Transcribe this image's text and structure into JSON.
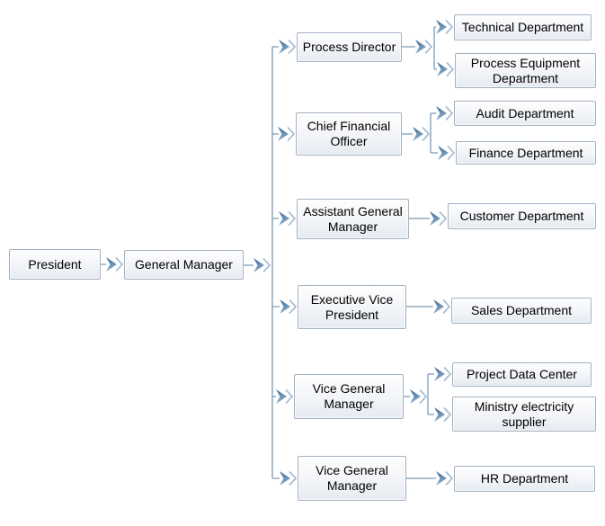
{
  "diagram_type": "organization-chart",
  "nodes": {
    "president": {
      "label": "President"
    },
    "general_manager": {
      "label": "General Manager"
    },
    "process_director": {
      "label": "Process Director"
    },
    "chief_financial_officer": {
      "label": "Chief Financial Officer"
    },
    "assistant_general_manager": {
      "label": "Assistant General Manager"
    },
    "executive_vice_president": {
      "label": "Executive Vice President"
    },
    "vice_general_manager_1": {
      "label": "Vice General Manager"
    },
    "vice_general_manager_2": {
      "label": "Vice General Manager"
    },
    "technical_department": {
      "label": "Technical Department"
    },
    "process_equipment_department": {
      "label": "Process Equipment Department"
    },
    "audit_department": {
      "label": "Audit Department"
    },
    "finance_department": {
      "label": "Finance Department"
    },
    "customer_department": {
      "label": "Customer Department"
    },
    "sales_department": {
      "label": "Sales Department"
    },
    "project_data_center": {
      "label": "Project Data Center"
    },
    "ministry_electricity_supplier": {
      "label": "Ministry electricity supplier"
    },
    "hr_department": {
      "label": "HR Department"
    }
  },
  "edges": [
    {
      "from": "president",
      "to": "general_manager"
    },
    {
      "from": "general_manager",
      "to": "process_director"
    },
    {
      "from": "general_manager",
      "to": "chief_financial_officer"
    },
    {
      "from": "general_manager",
      "to": "assistant_general_manager"
    },
    {
      "from": "general_manager",
      "to": "executive_vice_president"
    },
    {
      "from": "general_manager",
      "to": "vice_general_manager_1"
    },
    {
      "from": "general_manager",
      "to": "vice_general_manager_2"
    },
    {
      "from": "process_director",
      "to": "technical_department"
    },
    {
      "from": "process_director",
      "to": "process_equipment_department"
    },
    {
      "from": "chief_financial_officer",
      "to": "audit_department"
    },
    {
      "from": "chief_financial_officer",
      "to": "finance_department"
    },
    {
      "from": "assistant_general_manager",
      "to": "customer_department"
    },
    {
      "from": "executive_vice_president",
      "to": "sales_department"
    },
    {
      "from": "vice_general_manager_1",
      "to": "project_data_center"
    },
    {
      "from": "vice_general_manager_1",
      "to": "ministry_electricity_supplier"
    },
    {
      "from": "vice_general_manager_2",
      "to": "hr_department"
    }
  ],
  "colors": {
    "box_border": "#a3b2c1",
    "box_fill_top": "#fefefe",
    "box_fill_bottom": "#e6ebf1",
    "connector_line": "#7c9ab8",
    "arrow_fill_dark": "#3a6794",
    "arrow_fill_light": "#8fb0cc",
    "arrow_open_chevron": "#a7bdd2",
    "text": "#000000",
    "background": "#ffffff"
  }
}
